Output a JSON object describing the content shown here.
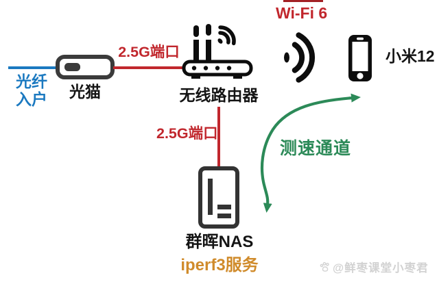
{
  "diagram": {
    "nodes": {
      "fiber": {
        "label_line1": "光纤",
        "label_line2": "入户"
      },
      "modem": {
        "label": "光猫"
      },
      "router": {
        "label": "无线路由器"
      },
      "wifi": {
        "label": "Wi-Fi 6"
      },
      "phone": {
        "label": "小米12"
      },
      "nas": {
        "label": "群晖NAS",
        "service_label": "iperf3服务"
      }
    },
    "links": {
      "modem_to_router": {
        "label": "2.5G端口"
      },
      "router_to_nas": {
        "label": "2.5G端口"
      },
      "nas_to_phone": {
        "label": "测速通道"
      }
    },
    "watermark": {
      "handle": "@鲜枣课堂小枣君"
    },
    "icons": [
      "modem-icon",
      "router-icon",
      "wifi-waves-icon",
      "phone-icon",
      "nas-icon",
      "speed-test-arrow",
      "paw-icon"
    ],
    "colors": {
      "blue": "#1b79c0",
      "red": "#c1272d",
      "green": "#2c8a58",
      "orange": "#d08b2b",
      "ink": "#141414",
      "device_gray": "#3b3b3b",
      "watermark_gray": "#d2d2d2"
    }
  }
}
